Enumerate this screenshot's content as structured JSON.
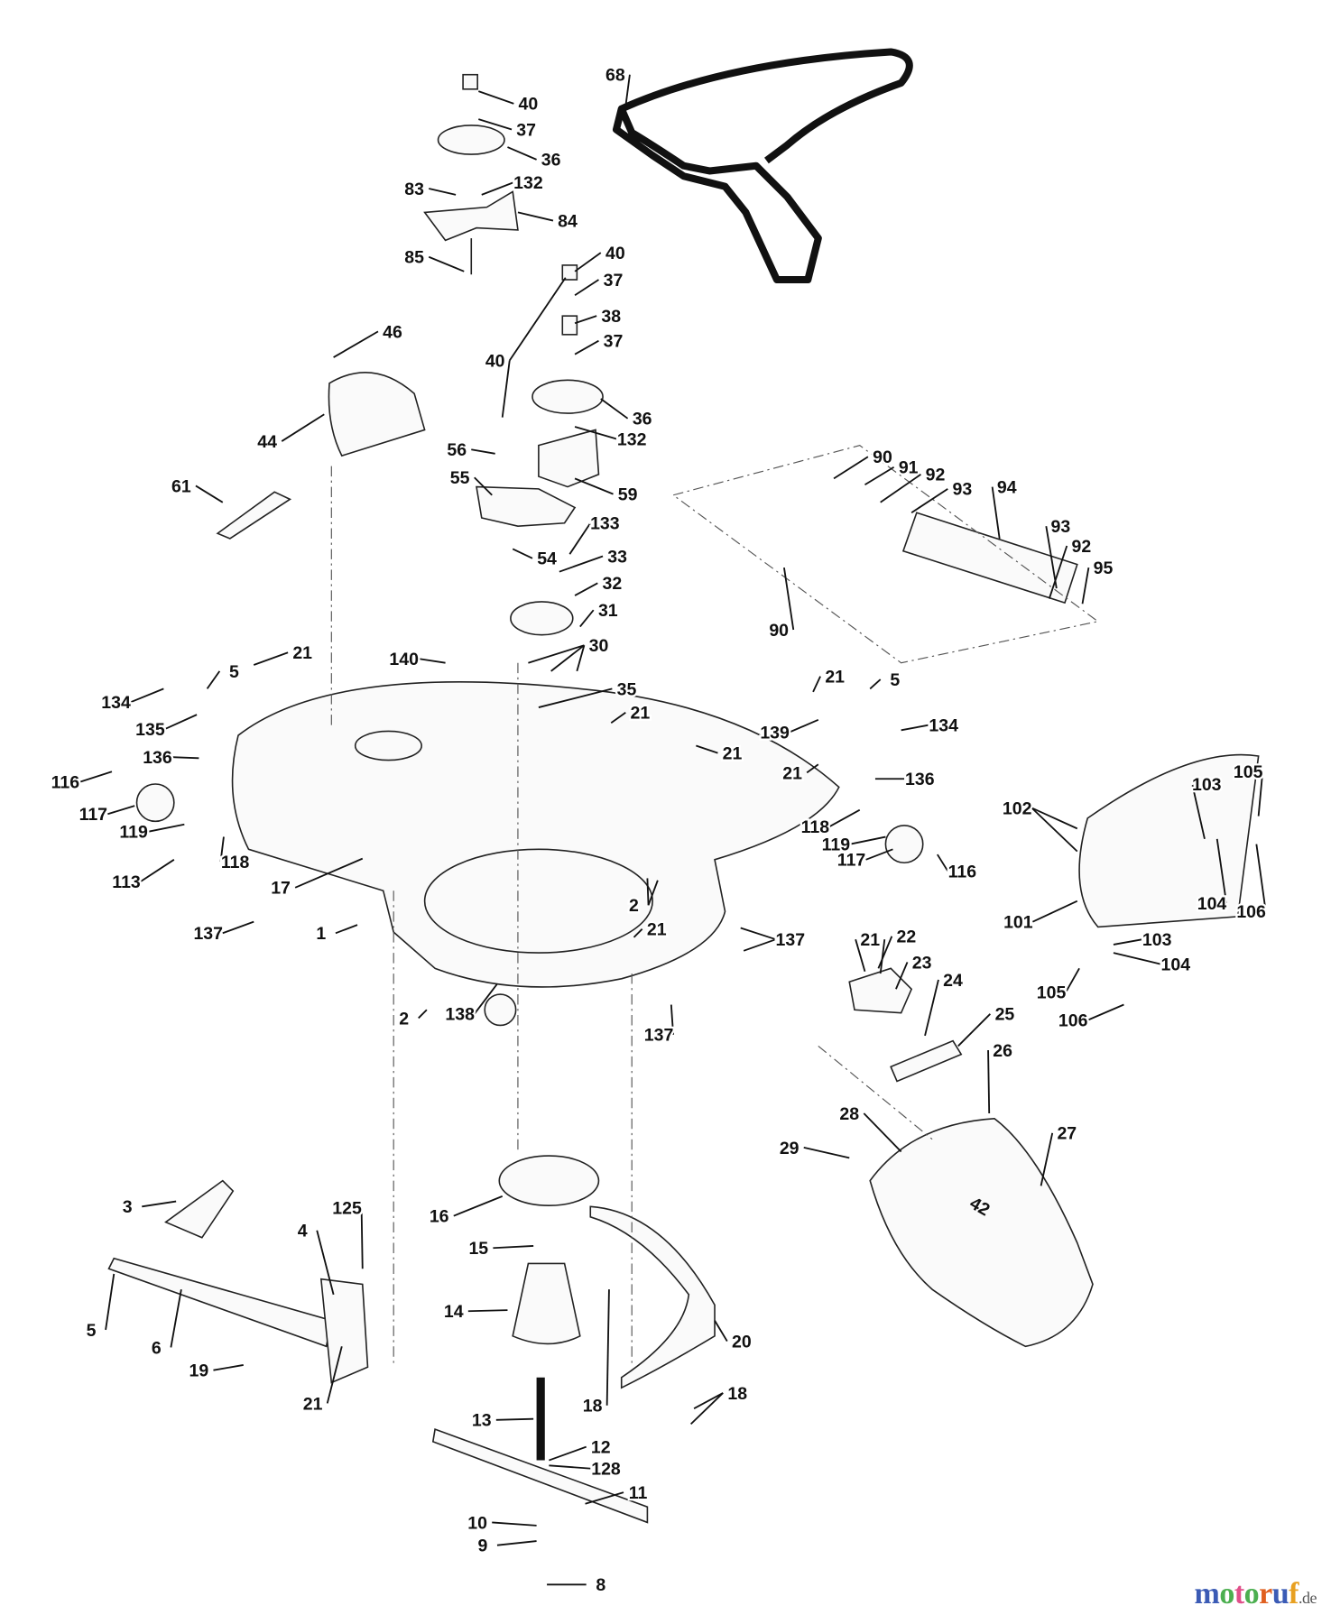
{
  "diagram": {
    "callouts": [
      "40",
      "37",
      "36",
      "83",
      "132",
      "84",
      "85",
      "40",
      "37",
      "38",
      "37",
      "40",
      "36",
      "132",
      "46",
      "44",
      "56",
      "55",
      "59",
      "133",
      "54",
      "33",
      "32",
      "31",
      "30",
      "35",
      "61",
      "68",
      "90",
      "91",
      "92",
      "93",
      "94",
      "93",
      "92",
      "95",
      "90",
      "21",
      "5",
      "134",
      "135",
      "140",
      "136",
      "116",
      "117",
      "119",
      "118",
      "113",
      "17",
      "137",
      "1",
      "21",
      "21",
      "21",
      "5",
      "139",
      "134",
      "21",
      "136",
      "118",
      "119",
      "117",
      "116",
      "2",
      "21",
      "137",
      "138",
      "2",
      "137",
      "102",
      "103",
      "105",
      "104",
      "106",
      "101",
      "103",
      "104",
      "105",
      "106",
      "21",
      "22",
      "23",
      "24",
      "25",
      "26",
      "27",
      "28",
      "29",
      "16",
      "15",
      "14",
      "13",
      "12",
      "128",
      "11",
      "10",
      "9",
      "8",
      "20",
      "18",
      "18",
      "3",
      "4",
      "125",
      "5",
      "6",
      "19",
      "21"
    ],
    "deck_emblem": "42"
  },
  "logo": {
    "name": "motoruf",
    "suffix": ".de",
    "colors": [
      "#3b5bb5",
      "#4caf50",
      "#e0508a",
      "#4caf50",
      "#e06020",
      "#3b5bb5",
      "#e8a020"
    ]
  }
}
